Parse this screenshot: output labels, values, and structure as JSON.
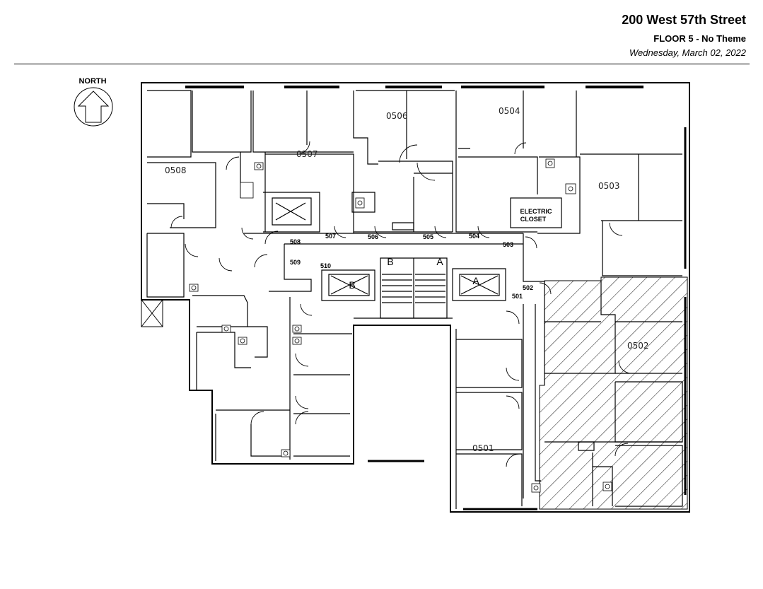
{
  "header": {
    "title": "200 West 57th Street",
    "subtitle": "FLOOR 5 - No Theme",
    "date": "Wednesday, March 02, 2022"
  },
  "compass": {
    "label": "NORTH"
  },
  "rooms": {
    "r0508": "0508",
    "r0507": "0507",
    "r0506": "0506",
    "r0504": "0504",
    "r0503": "0503",
    "r0502": "0502",
    "r0501": "0501"
  },
  "doors": {
    "d507": "507",
    "d506": "506",
    "d505": "505",
    "d504": "504",
    "d503": "503",
    "d508": "508",
    "d509": "509",
    "d510": "510",
    "d502": "502",
    "d501": "501"
  },
  "closet": {
    "line1": "ELECTRIC",
    "line2": "CLOSET"
  },
  "stairs": {
    "b": "B",
    "a": "A"
  },
  "elevators": {
    "b": "B",
    "a": "A"
  },
  "highlight": {
    "room": "0502",
    "pattern": "diagonal-hatch",
    "color": "#000000"
  }
}
